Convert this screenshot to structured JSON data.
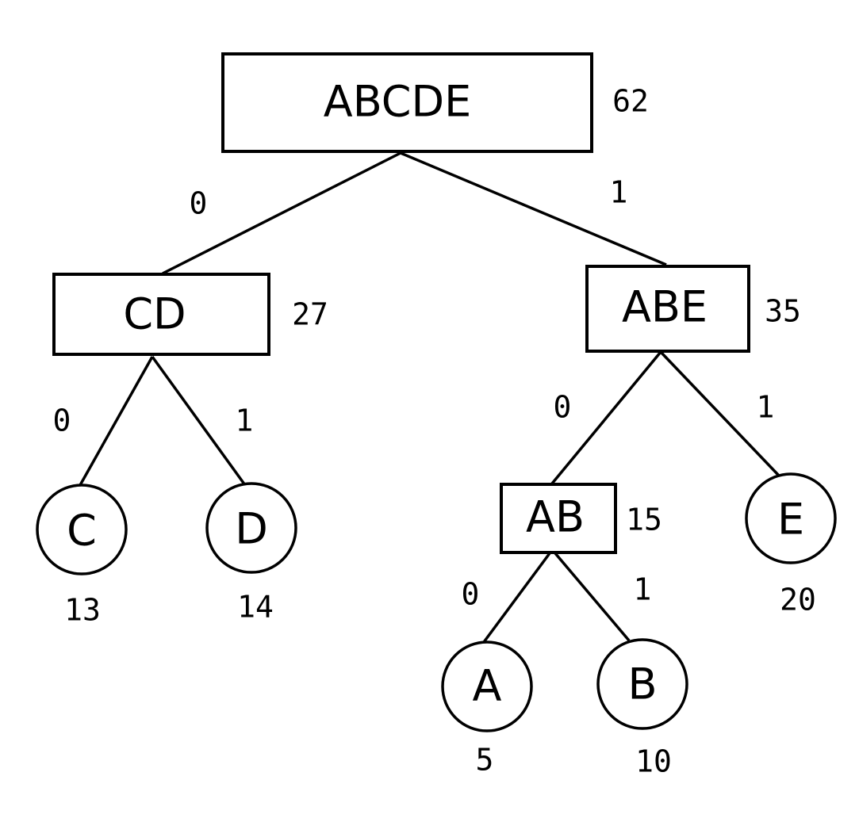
{
  "tree": {
    "root": {
      "label": "ABCDE",
      "weight": "62"
    },
    "cd": {
      "label": "CD",
      "weight": "27"
    },
    "abe": {
      "label": "ABE",
      "weight": "35"
    },
    "ab": {
      "label": "AB",
      "weight": "15"
    },
    "c": {
      "label": "C",
      "weight": "13"
    },
    "d": {
      "label": "D",
      "weight": "14"
    },
    "e": {
      "label": "E",
      "weight": "20"
    },
    "a": {
      "label": "A",
      "weight": "5"
    },
    "b": {
      "label": "B",
      "weight": "10"
    }
  },
  "edges": {
    "root_cd": "0",
    "root_abe": "1",
    "cd_c": "0",
    "cd_d": "1",
    "abe_ab": "0",
    "abe_e": "1",
    "ab_a": "0",
    "ab_b": "1"
  }
}
